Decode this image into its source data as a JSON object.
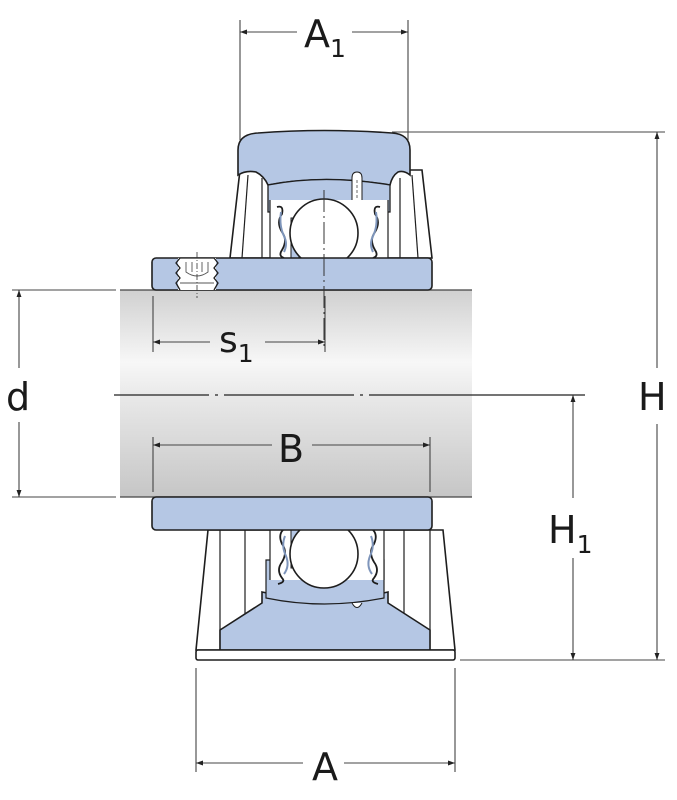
{
  "drawing": {
    "subject": "Plummer block ball bearing unit with grub screw locking",
    "colors": {
      "housing_fill": "#b5c7e4",
      "outline": "#1e1e1e",
      "shaft_light": "#f4f4f4",
      "shaft_dark": "#c9c9c9",
      "dimension_line": "#333333",
      "background": "#ffffff"
    }
  },
  "dimensions": {
    "A1": {
      "symbol": "A",
      "sub": "1"
    },
    "A": {
      "symbol": "A",
      "sub": ""
    },
    "H": {
      "symbol": "H",
      "sub": ""
    },
    "H1": {
      "symbol": "H",
      "sub": "1"
    },
    "d": {
      "symbol": "d",
      "sub": ""
    },
    "s1": {
      "symbol": "s",
      "sub": "1"
    },
    "B": {
      "symbol": "B",
      "sub": ""
    }
  }
}
